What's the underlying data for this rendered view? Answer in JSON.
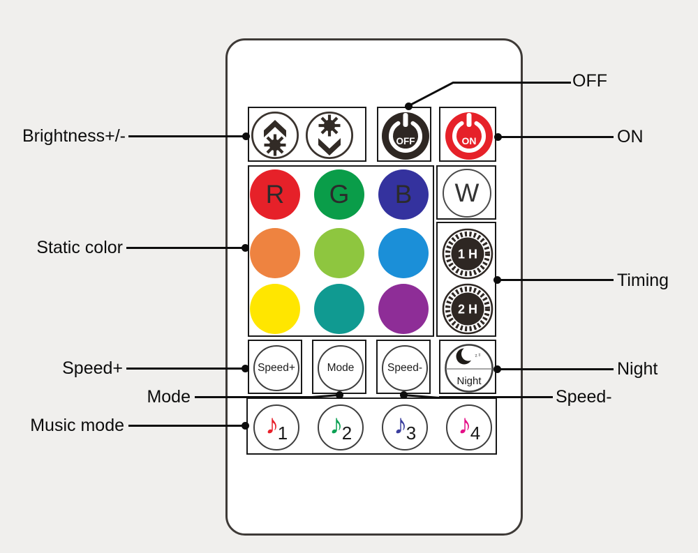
{
  "page": {
    "background": "#f0efed"
  },
  "remote": {
    "body_color": "#ffffff",
    "power": {
      "off_label": "OFF",
      "off_color": "#2e2723",
      "on_label": "ON",
      "on_color": "#e62129"
    },
    "static_color_grid": {
      "r": {
        "label": "R",
        "bg": "#e62129"
      },
      "g": {
        "label": "G",
        "bg": "#0a9d49"
      },
      "b": {
        "label": "B",
        "bg": "#34329e"
      },
      "w": {
        "label": "W",
        "bg": "#ffffff"
      },
      "row2": [
        {
          "bg": "#ee8340"
        },
        {
          "bg": "#8ec63f"
        },
        {
          "bg": "#1b8fd8"
        }
      ],
      "row3": [
        {
          "bg": "#ffe600"
        },
        {
          "bg": "#109a91"
        },
        {
          "bg": "#8e2d97"
        }
      ]
    },
    "timing": {
      "t1": "1 H",
      "t2": "2 H",
      "dial_color": "#2e2723"
    },
    "controls": {
      "speed_plus": "Speed+",
      "mode": "Mode",
      "speed_minus": "Speed-",
      "night": "Night",
      "night_sleep_marks": "z z"
    },
    "music_buttons": {
      "note_glyph": "♪",
      "m1": {
        "num": "1",
        "color": "#e8212b"
      },
      "m2": {
        "num": "2",
        "color": "#0ca154"
      },
      "m3": {
        "num": "3",
        "color": "#3b3f9e"
      },
      "m4": {
        "num": "4",
        "color": "#e40f87"
      }
    }
  },
  "callouts": {
    "brightness": "Brightness+/-",
    "off": "OFF",
    "on": "ON",
    "static_color": "Static color",
    "timing": "Timing",
    "speed_plus": "Speed+",
    "night": "Night",
    "mode": "Mode",
    "speed_minus": "Speed-",
    "music_mode": "Music mode"
  }
}
